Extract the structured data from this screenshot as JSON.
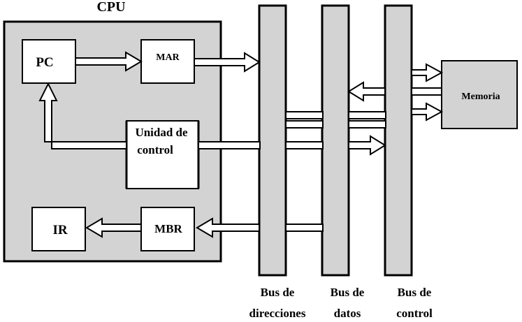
{
  "cpu": {
    "title": "CPU"
  },
  "registers": {
    "pc": "PC",
    "mar": "MAR",
    "ir": "IR",
    "mbr": "MBR"
  },
  "control_unit": {
    "line1": "Unidad de",
    "line2": "control"
  },
  "memory": {
    "label": "Memoria"
  },
  "buses": {
    "address": {
      "line1": "Bus de",
      "line2": "direcciones"
    },
    "data": {
      "line1": "Bus de",
      "line2": "datos"
    },
    "control": {
      "line1": "Bus de",
      "line2": "control"
    }
  },
  "colors": {
    "panel_fill": "#d3d3d3",
    "box_fill": "#ffffff",
    "stroke": "#000000"
  }
}
